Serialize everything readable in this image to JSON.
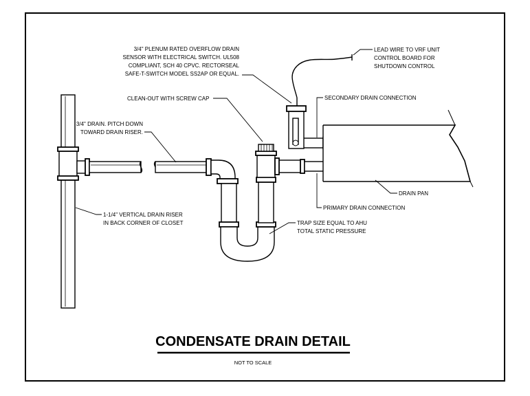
{
  "title": "CONDENSATE DRAIN DETAIL",
  "subtitle": "NOT TO SCALE",
  "callouts": {
    "sensor": [
      "3/4\" PLENUM RATED OVERFLOW DRAIN",
      "SENSOR WITH ELECTRICAL SWITCH. UL508",
      "COMPLIANT, SCH 40 CPVC. RECTORSEAL",
      "SAFE-T-SWITCH MODEL SS2AP OR EQUAL."
    ],
    "lead_wire": [
      "LEAD WIRE TO VRF UNIT",
      "CONTROL BOARD FOR",
      "SHUTDOWN CONTROL"
    ],
    "secondary": "SECONDARY DRAIN CONNECTION",
    "cleanout": "CLEAN-OUT WITH SCREW CAP",
    "drain_pitch": [
      "3/4\" DRAIN. PITCH DOWN",
      "TOWARD DRAIN RISER."
    ],
    "drain_pan": "DRAIN PAN",
    "primary": "PRIMARY DRAIN CONNECTION",
    "riser": [
      "1-1/4\" VERTICAL DRAIN RISER",
      "IN BACK CORNER OF CLOSET"
    ],
    "trap": [
      "TRAP SIZE EQUAL TO AHU",
      "TOTAL STATIC PRESSURE"
    ]
  }
}
